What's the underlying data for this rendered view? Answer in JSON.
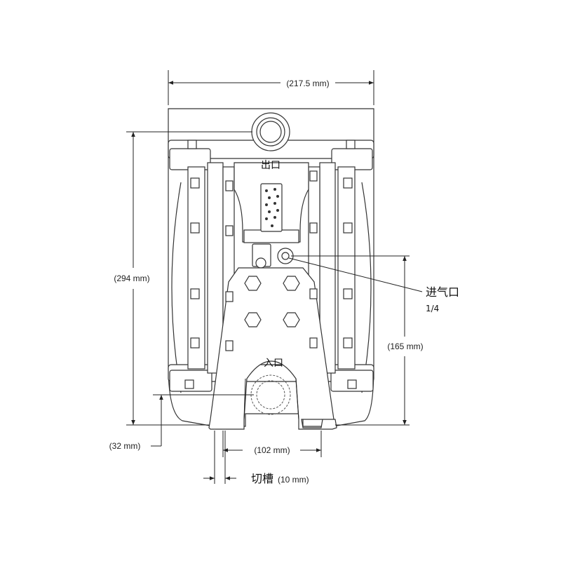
{
  "labels": {
    "outlet": "出口",
    "inlet": "入口",
    "air_inlet": "进气口",
    "air_inlet_size": "1/4",
    "slot": "切槽"
  },
  "dimensions": {
    "overall_width": "(217.5 mm)",
    "overall_height": "(294 mm)",
    "air_inlet_height": "(165 mm)",
    "inlet_height": "(32 mm)",
    "foot_spacing": "(102 mm)",
    "slot_width": "(10 mm)"
  }
}
